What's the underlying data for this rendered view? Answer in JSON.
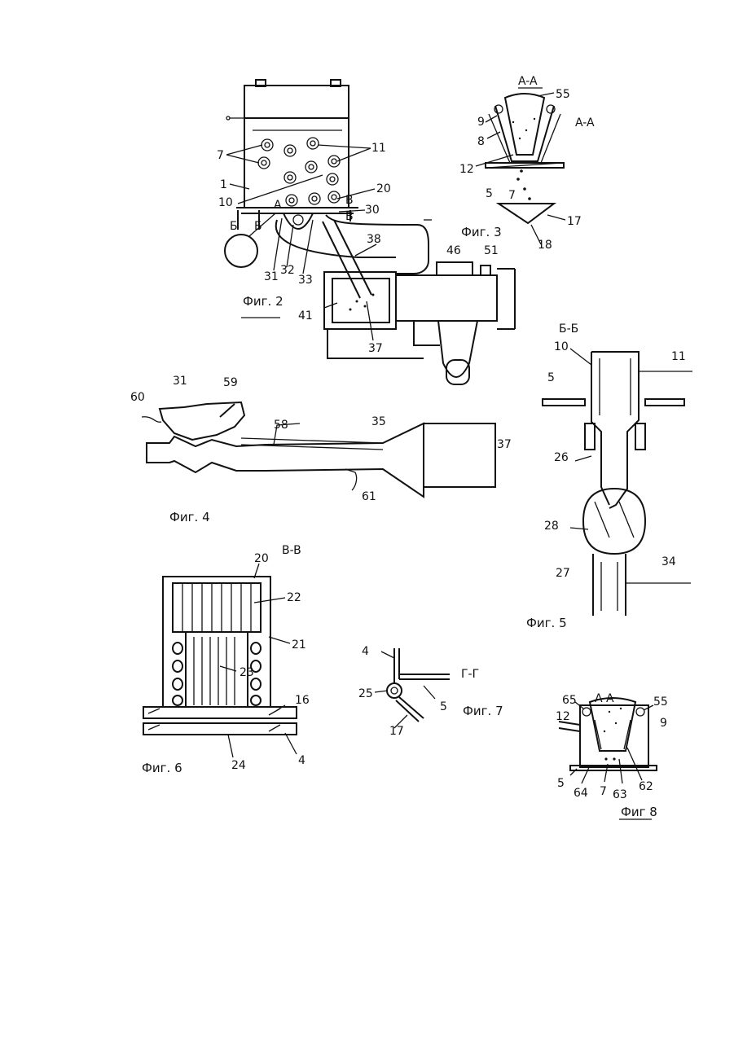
{
  "figures": {
    "fig2": {
      "caption": "Фиг. 2",
      "labels": [
        "7",
        "11",
        "1",
        "10",
        "20",
        "30",
        "A",
        "Б",
        "Б",
        "B",
        "B",
        "31",
        "32",
        "33",
        "38",
        "41",
        "37",
        "46",
        "51"
      ]
    },
    "fig3": {
      "caption": "Фиг. 3",
      "section": "A-A",
      "section2": "A-A",
      "labels": [
        "55",
        "9",
        "8",
        "12",
        "5",
        "7",
        "17",
        "18"
      ]
    },
    "fig4": {
      "caption": "Фиг. 4",
      "labels": [
        "31",
        "59",
        "60",
        "58",
        "35",
        "37",
        "61"
      ]
    },
    "fig5": {
      "caption": "Фиг. 5",
      "section": "Б-Б",
      "labels": [
        "10",
        "11",
        "5",
        "26",
        "28",
        "27",
        "34"
      ]
    },
    "fig6": {
      "caption": "Фиг. 6",
      "section": "B-B",
      "labels": [
        "20",
        "22",
        "21",
        "23",
        "16",
        "24",
        "4"
      ]
    },
    "fig7": {
      "caption": "Фиг. 7",
      "section": "Г-Г",
      "labels": [
        "4",
        "5",
        "25",
        "17"
      ]
    },
    "fig8": {
      "caption": "Фиг 8",
      "section": "A-A",
      "labels": [
        "65",
        "55",
        "12",
        "9",
        "64",
        "7",
        "63",
        "62",
        "5"
      ]
    }
  }
}
